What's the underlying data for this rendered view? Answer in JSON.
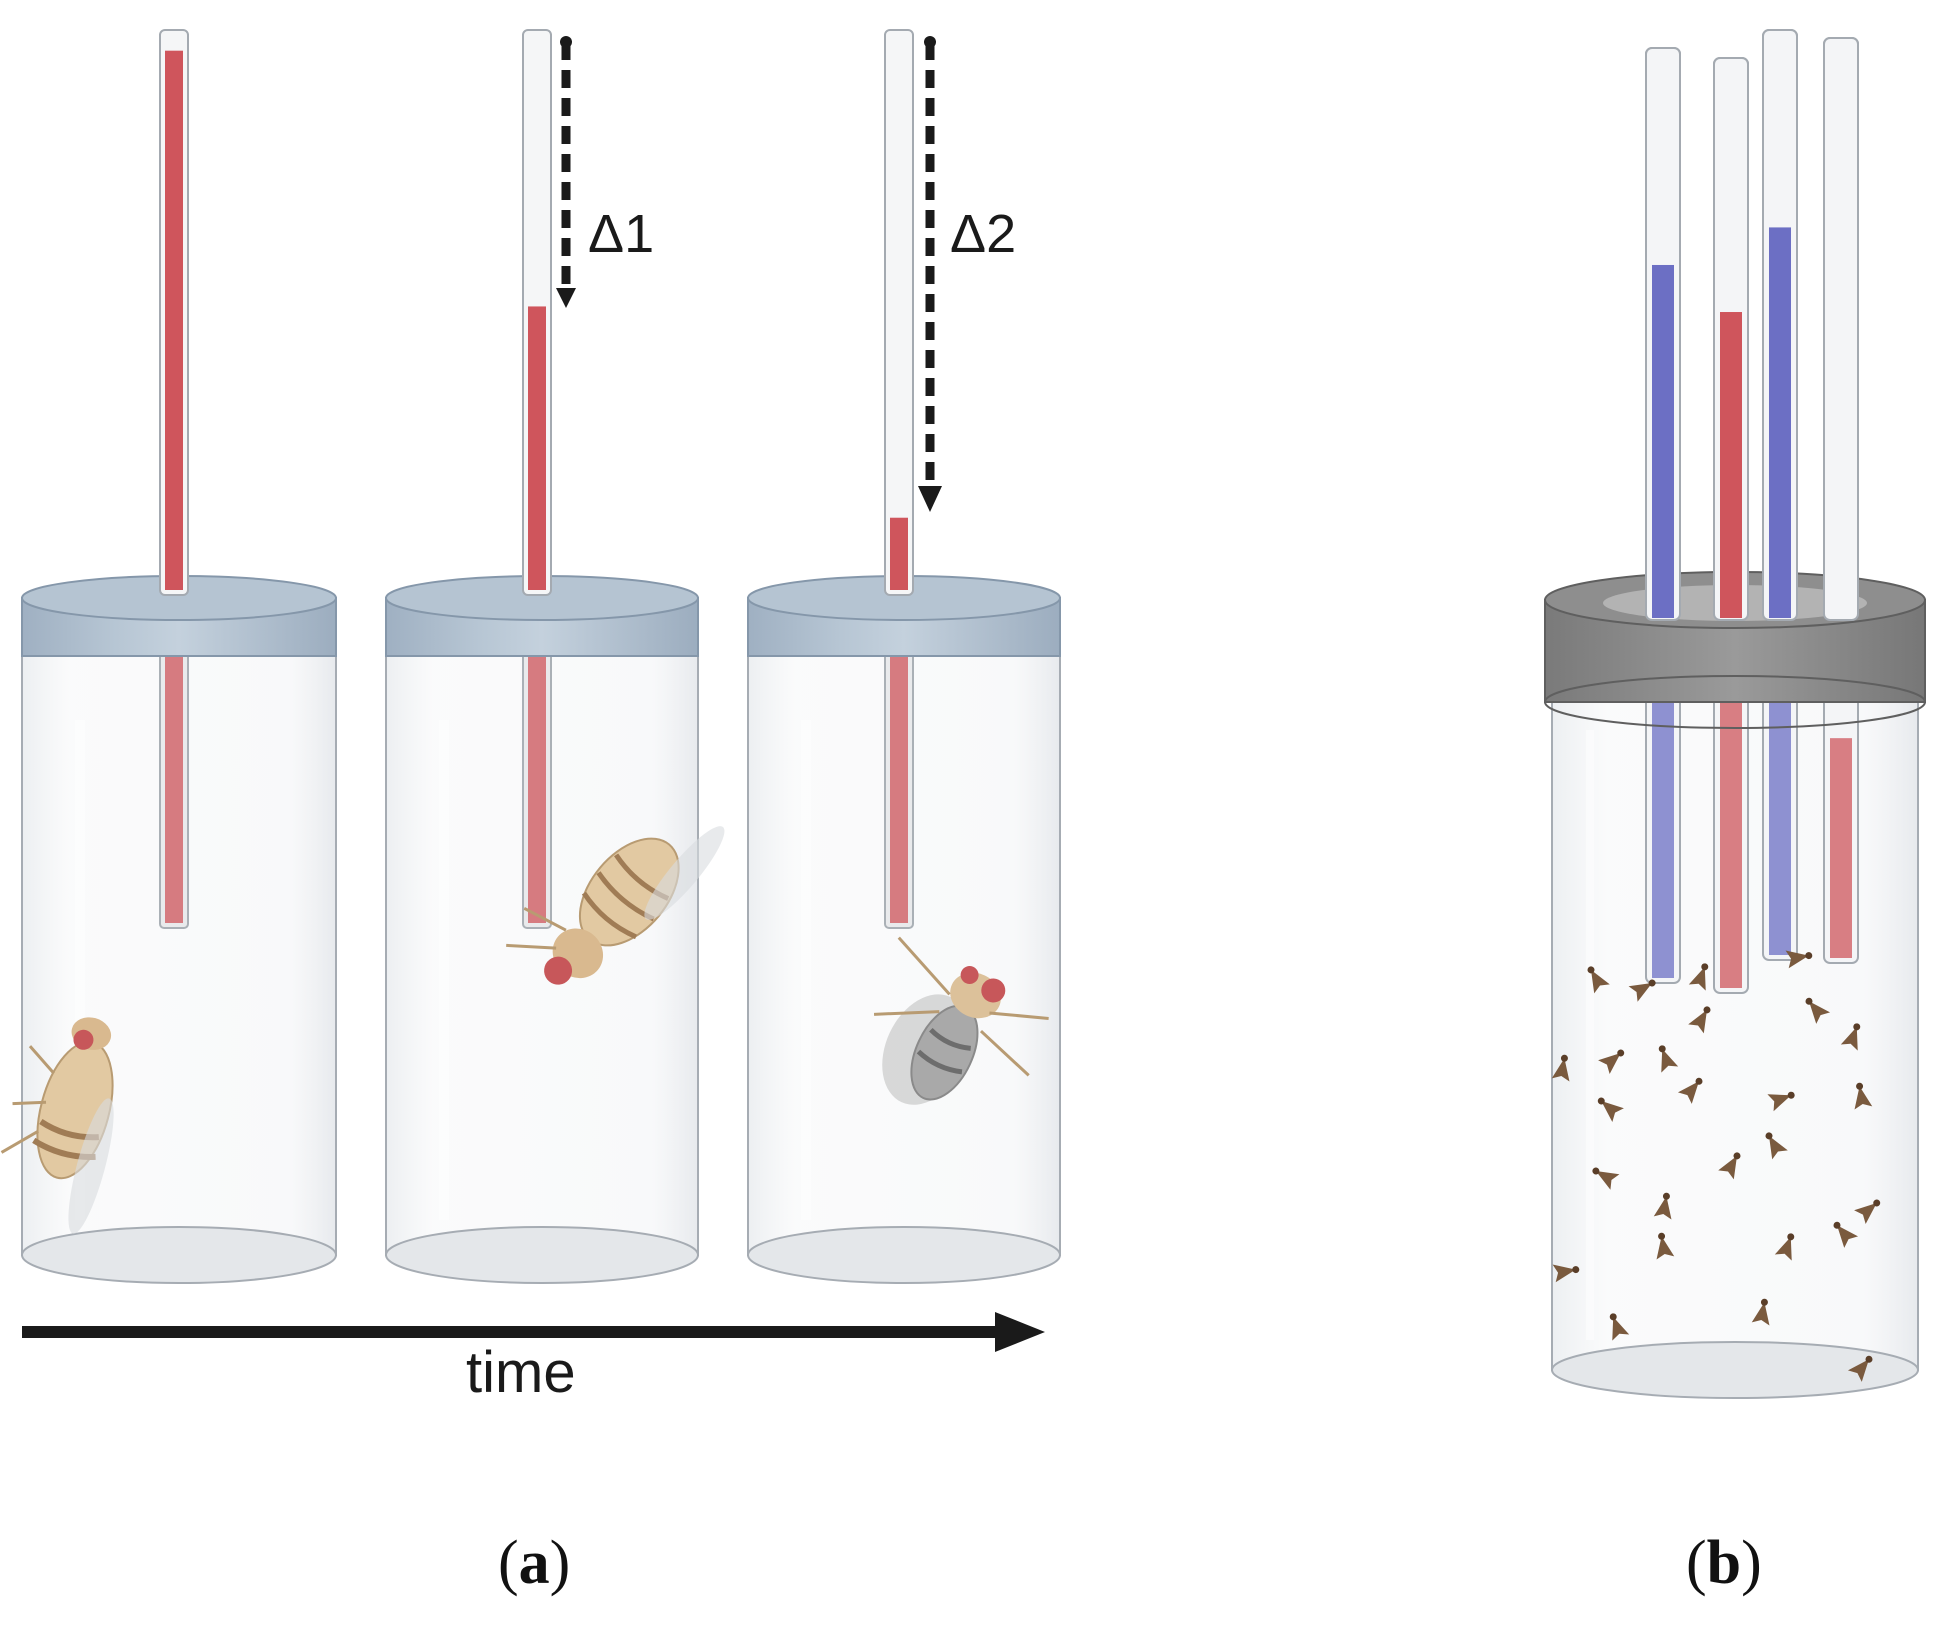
{
  "panel_a": {
    "caption_letter": "a",
    "delta_labels": [
      "Δ1",
      "Δ2"
    ],
    "time_label": "time",
    "vials": [
      {
        "liquid_level": 0.97
      },
      {
        "liquid_level": 0.51
      },
      {
        "liquid_level": 0.13
      }
    ]
  },
  "panel_b": {
    "caption_letter": "b",
    "capillaries": [
      {
        "color": "blue",
        "liquid_level": 0.77
      },
      {
        "color": "red",
        "liquid_level": 0.73
      },
      {
        "color": "blue",
        "liquid_level": 0.79
      },
      {
        "color": "red",
        "liquid_level": 0.24
      }
    ]
  },
  "colors": {
    "liquid_red": "#cf555c",
    "liquid_blue": "#6c6fc4",
    "lid": "#a9b9c9",
    "collar": "#8a8a8a",
    "fly_body": "#dcc19a",
    "fly_small": "#7a5a3e",
    "arrow": "#1a1a1a"
  }
}
